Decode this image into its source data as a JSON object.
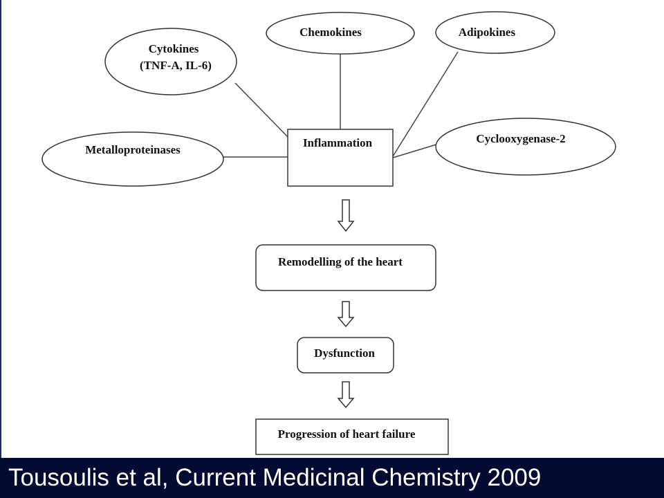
{
  "diagram": {
    "factors": {
      "cytokines_line1": "Cytokines",
      "cytokines_line2": "(TNF-A, IL-6)",
      "chemokines": "Chemokines",
      "adipokines": "Adipokines",
      "metalloproteinases": "Metalloproteinases",
      "cyclooxygenase": "Cyclooxygenase-2"
    },
    "center": "Inflammation",
    "chain": {
      "remodelling": "Remodelling of the heart",
      "dysfunction": "Dysfunction",
      "progression": "Progression of heart failure"
    }
  },
  "citation": "Tousoulis et al, Current Medicinal Chemistry 2009"
}
